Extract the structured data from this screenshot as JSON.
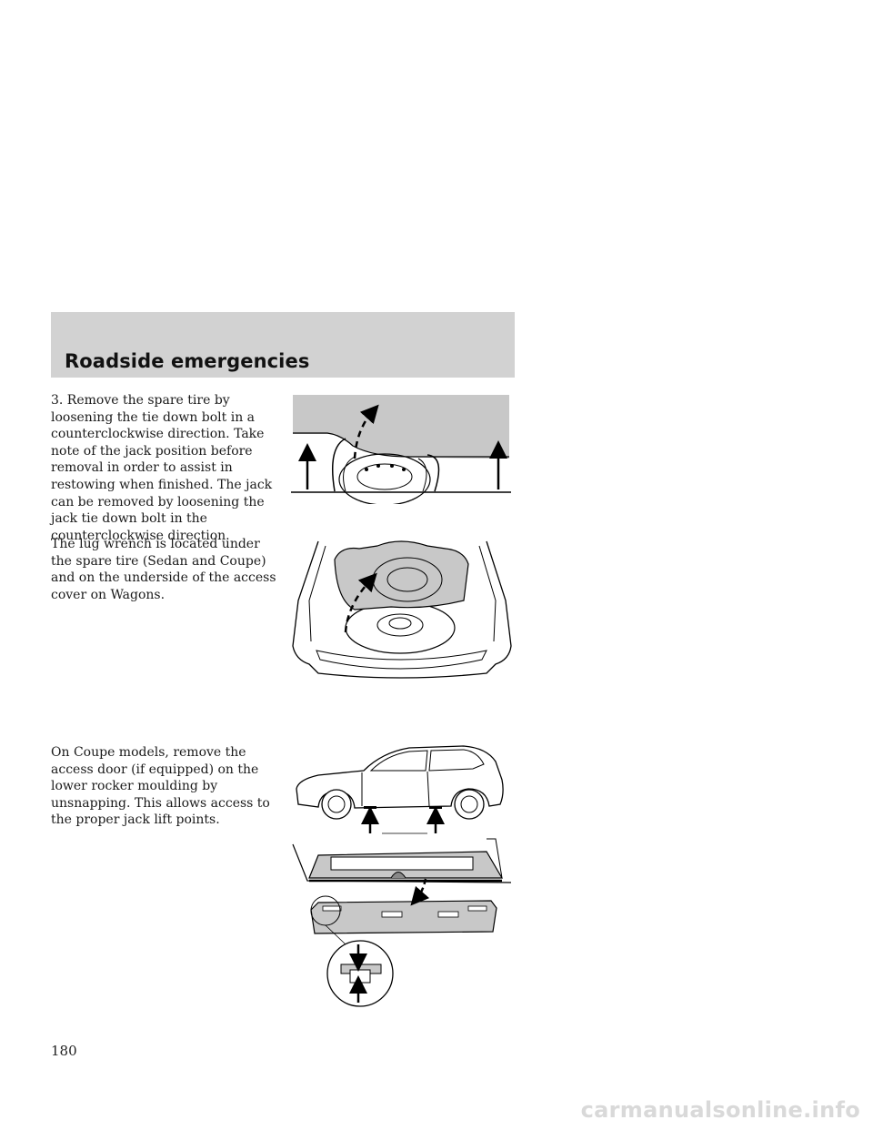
{
  "header": {
    "title": "Roadside emergencies"
  },
  "paragraphs": {
    "step3": "3.  Remove the spare tire by loosening the tie down bolt in a counterclockwise direction. Take note of the jack position before removal in order to assist in restowing when finished. The jack can be removed by loosening the jack tie down bolt in the counterclockwise direction.",
    "lug_wrench": "The lug wrench is located under the spare tire (Sedan and Coupe) and on the underside of the access cover on Wagons.",
    "coupe": "On Coupe models, remove the access door (if equipped) on the lower rocker moulding by unsnapping. This allows access to the proper jack lift points."
  },
  "figures": [
    {
      "icon": "spare-tire-under-floor-illustration"
    },
    {
      "icon": "wagon-cargo-spare-tire-illustration"
    },
    {
      "icon": "coupe-jack-lift-points-illustration"
    },
    {
      "icon": "rocker-moulding-access-door-illustration"
    }
  ],
  "footer": {
    "page_number": "180"
  },
  "watermark": {
    "text": "carmanualsonline.info"
  },
  "colors": {
    "header_band": "#d2d2d2",
    "illustration_fill": "#c8c8c8",
    "text": "#1a1a1a"
  }
}
